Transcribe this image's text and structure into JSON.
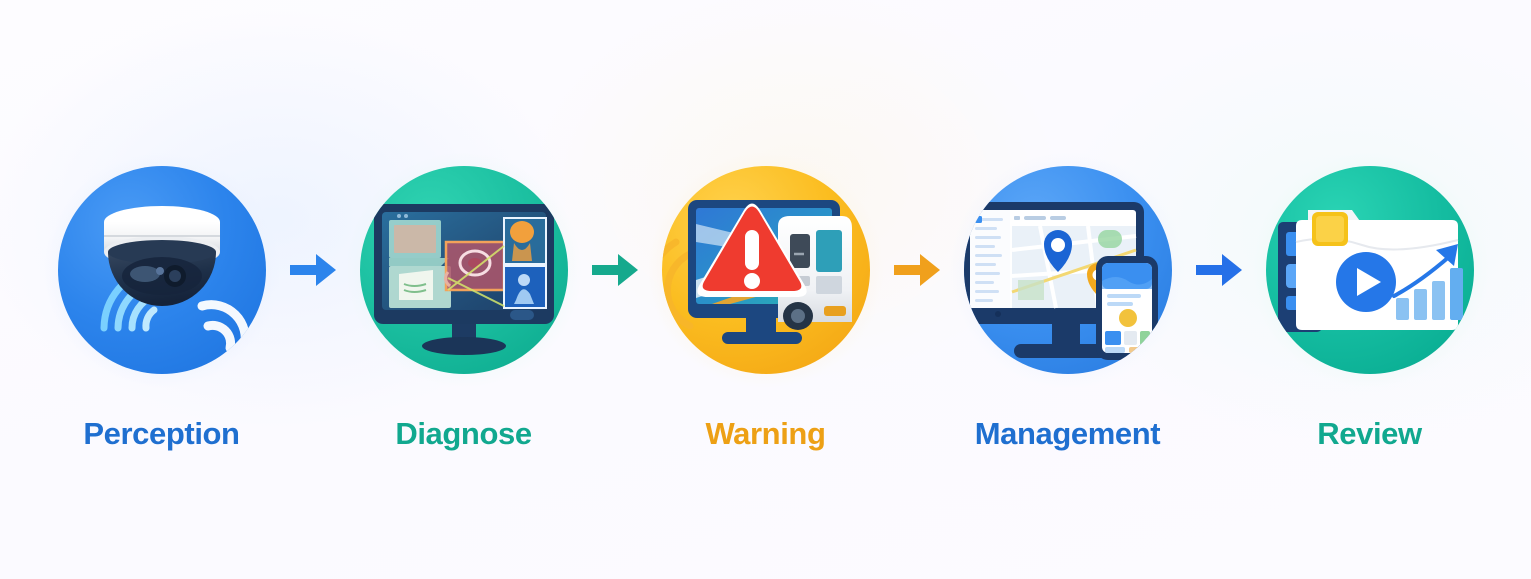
{
  "diagram": {
    "type": "process-flow",
    "orientation": "horizontal",
    "background_color": "#fbfaff",
    "step_count": 5,
    "arrow_count": 4,
    "steps": [
      {
        "id": "perception",
        "label": "Perception",
        "label_color": "#1f6fd0",
        "circle_color": "#2c84ec",
        "circle_color_dark": "#1c72de",
        "halo_color": "#e8f0fd",
        "icon_name": "dome-security-camera-icon",
        "icon_description": "White dome CCTV camera with blue signal waves"
      },
      {
        "id": "diagnose",
        "label": "Diagnose",
        "label_color": "#11a88f",
        "circle_color": "#1bbfa0",
        "circle_color_dark": "#0fae93",
        "halo_color": "#e4f7f2",
        "icon_name": "analysis-monitor-icon",
        "icon_description": "Desktop monitor displaying analysis panels and detection boxes"
      },
      {
        "id": "warning",
        "label": "Warning",
        "label_color": "#eda015",
        "circle_color": "#fbbd20",
        "circle_color_dark": "#f5a516",
        "halo_color": "#fdf3dc",
        "icon_name": "alert-triangle-vehicle-icon",
        "icon_description": "Red alert triangle over a screen showing a bus"
      },
      {
        "id": "management",
        "label": "Management",
        "label_color": "#1f6fd0",
        "circle_color": "#3a8ff0",
        "circle_color_dark": "#2a7ee4",
        "halo_color": "#e8f0fd",
        "icon_name": "map-dashboard-devices-icon",
        "icon_description": "Monitor with map and location pins plus a smartphone"
      },
      {
        "id": "review",
        "label": "Review",
        "label_color": "#11a88f",
        "circle_color": "#15bda1",
        "circle_color_dark": "#0aad93",
        "halo_color": "#e4f7f2",
        "icon_name": "video-report-chart-icon",
        "icon_description": "Document with play button and rising bar chart"
      }
    ],
    "arrows": [
      {
        "id": "arrow-perception-diagnose",
        "color": "#2c84ec",
        "direction": "right"
      },
      {
        "id": "arrow-diagnose-warning",
        "color": "#16a98d",
        "direction": "right"
      },
      {
        "id": "arrow-warning-management",
        "color": "#f0a01c",
        "direction": "right"
      },
      {
        "id": "arrow-management-review",
        "color": "#2570e8",
        "direction": "right"
      }
    ]
  }
}
